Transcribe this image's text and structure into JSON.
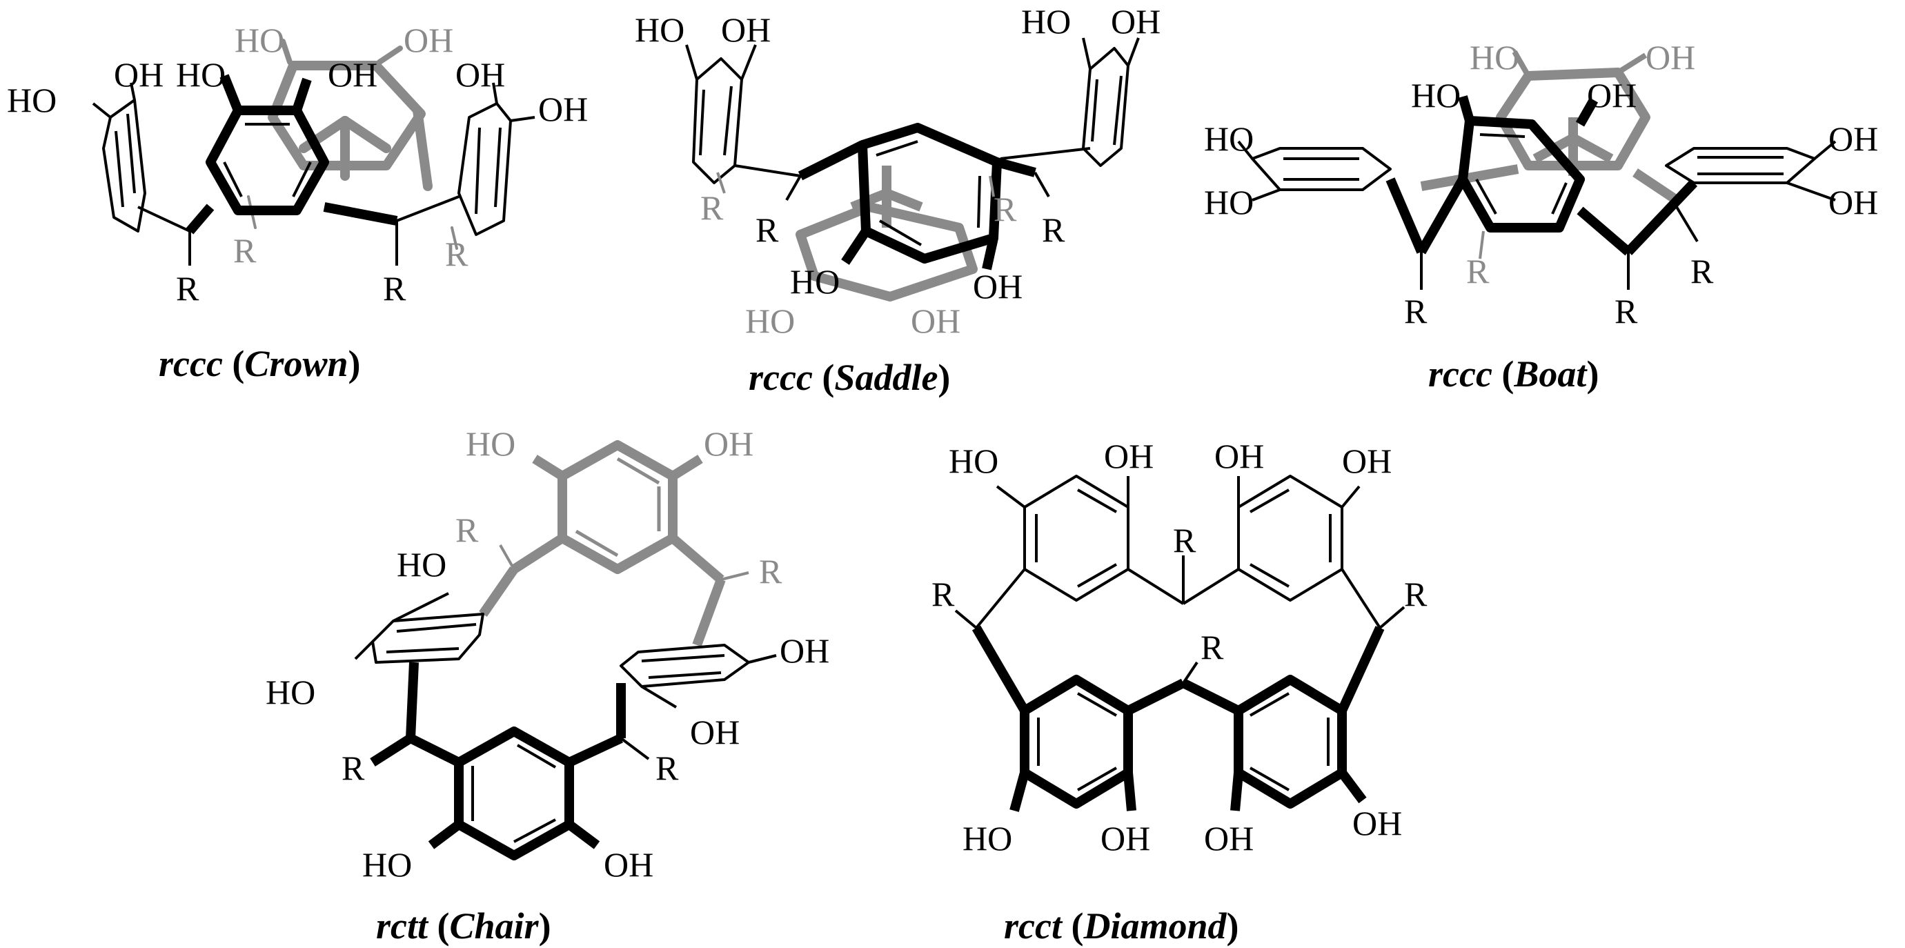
{
  "colors": {
    "front": "#000000",
    "back": "#8a8a8a",
    "background": "#ffffff"
  },
  "atom_labels": {
    "hydroxyl_left": "HO",
    "hydroxyl_right": "OH",
    "substituent": "R"
  },
  "structures": [
    {
      "id": "crown",
      "stereo": "rccc",
      "conformer": "Crown"
    },
    {
      "id": "saddle",
      "stereo": "rccc",
      "conformer": "Saddle"
    },
    {
      "id": "boat",
      "stereo": "rccc",
      "conformer": "Boat"
    },
    {
      "id": "chair",
      "stereo": "rctt",
      "conformer": "Chair"
    },
    {
      "id": "diamond",
      "stereo": "rcct",
      "conformer": "Diamond"
    }
  ]
}
